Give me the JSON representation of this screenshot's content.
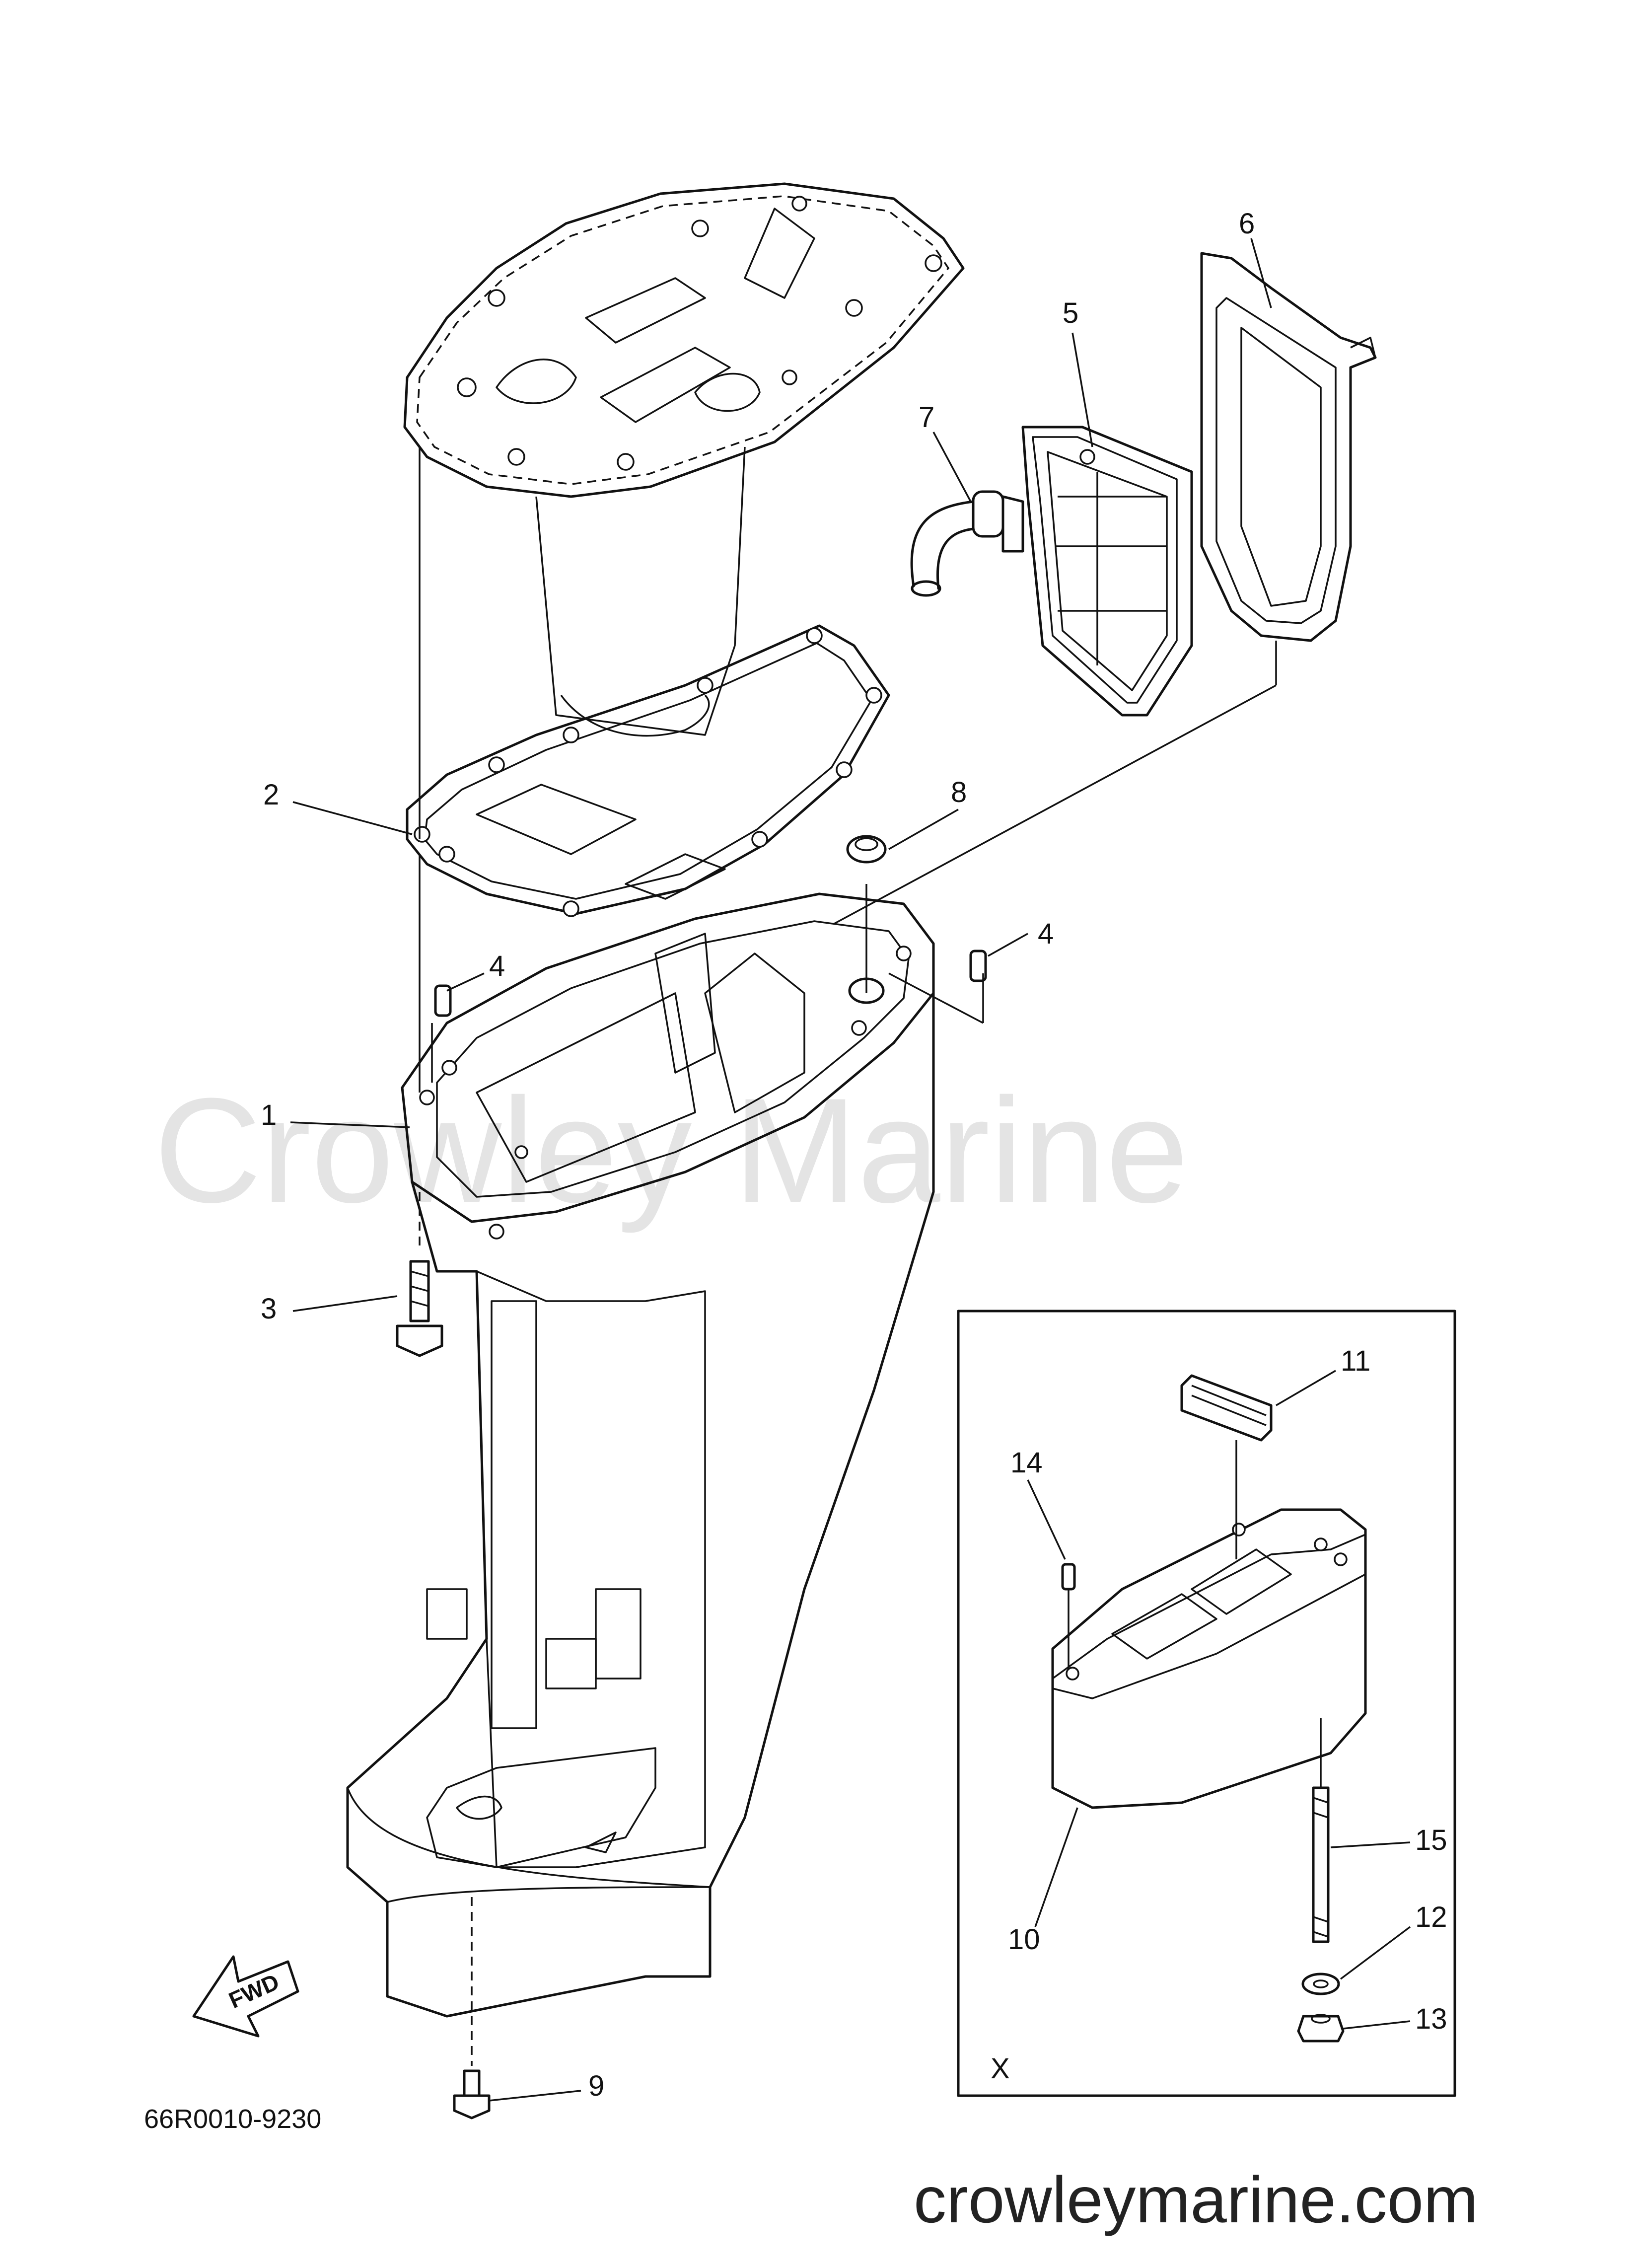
{
  "watermark": "Crowley Marine",
  "site": "crowleymarine.com",
  "part_code": "66R0010-9230",
  "fwd_label": "FWD",
  "inset_label": "X",
  "callouts": {
    "c1": "1",
    "c2": "2",
    "c3": "3",
    "c4a": "4",
    "c4b": "4",
    "c5": "5",
    "c6": "6",
    "c7": "7",
    "c8": "8",
    "c9": "9",
    "c10": "10",
    "c11": "11",
    "c12": "12",
    "c13": "13",
    "c14": "14",
    "c15": "15"
  }
}
